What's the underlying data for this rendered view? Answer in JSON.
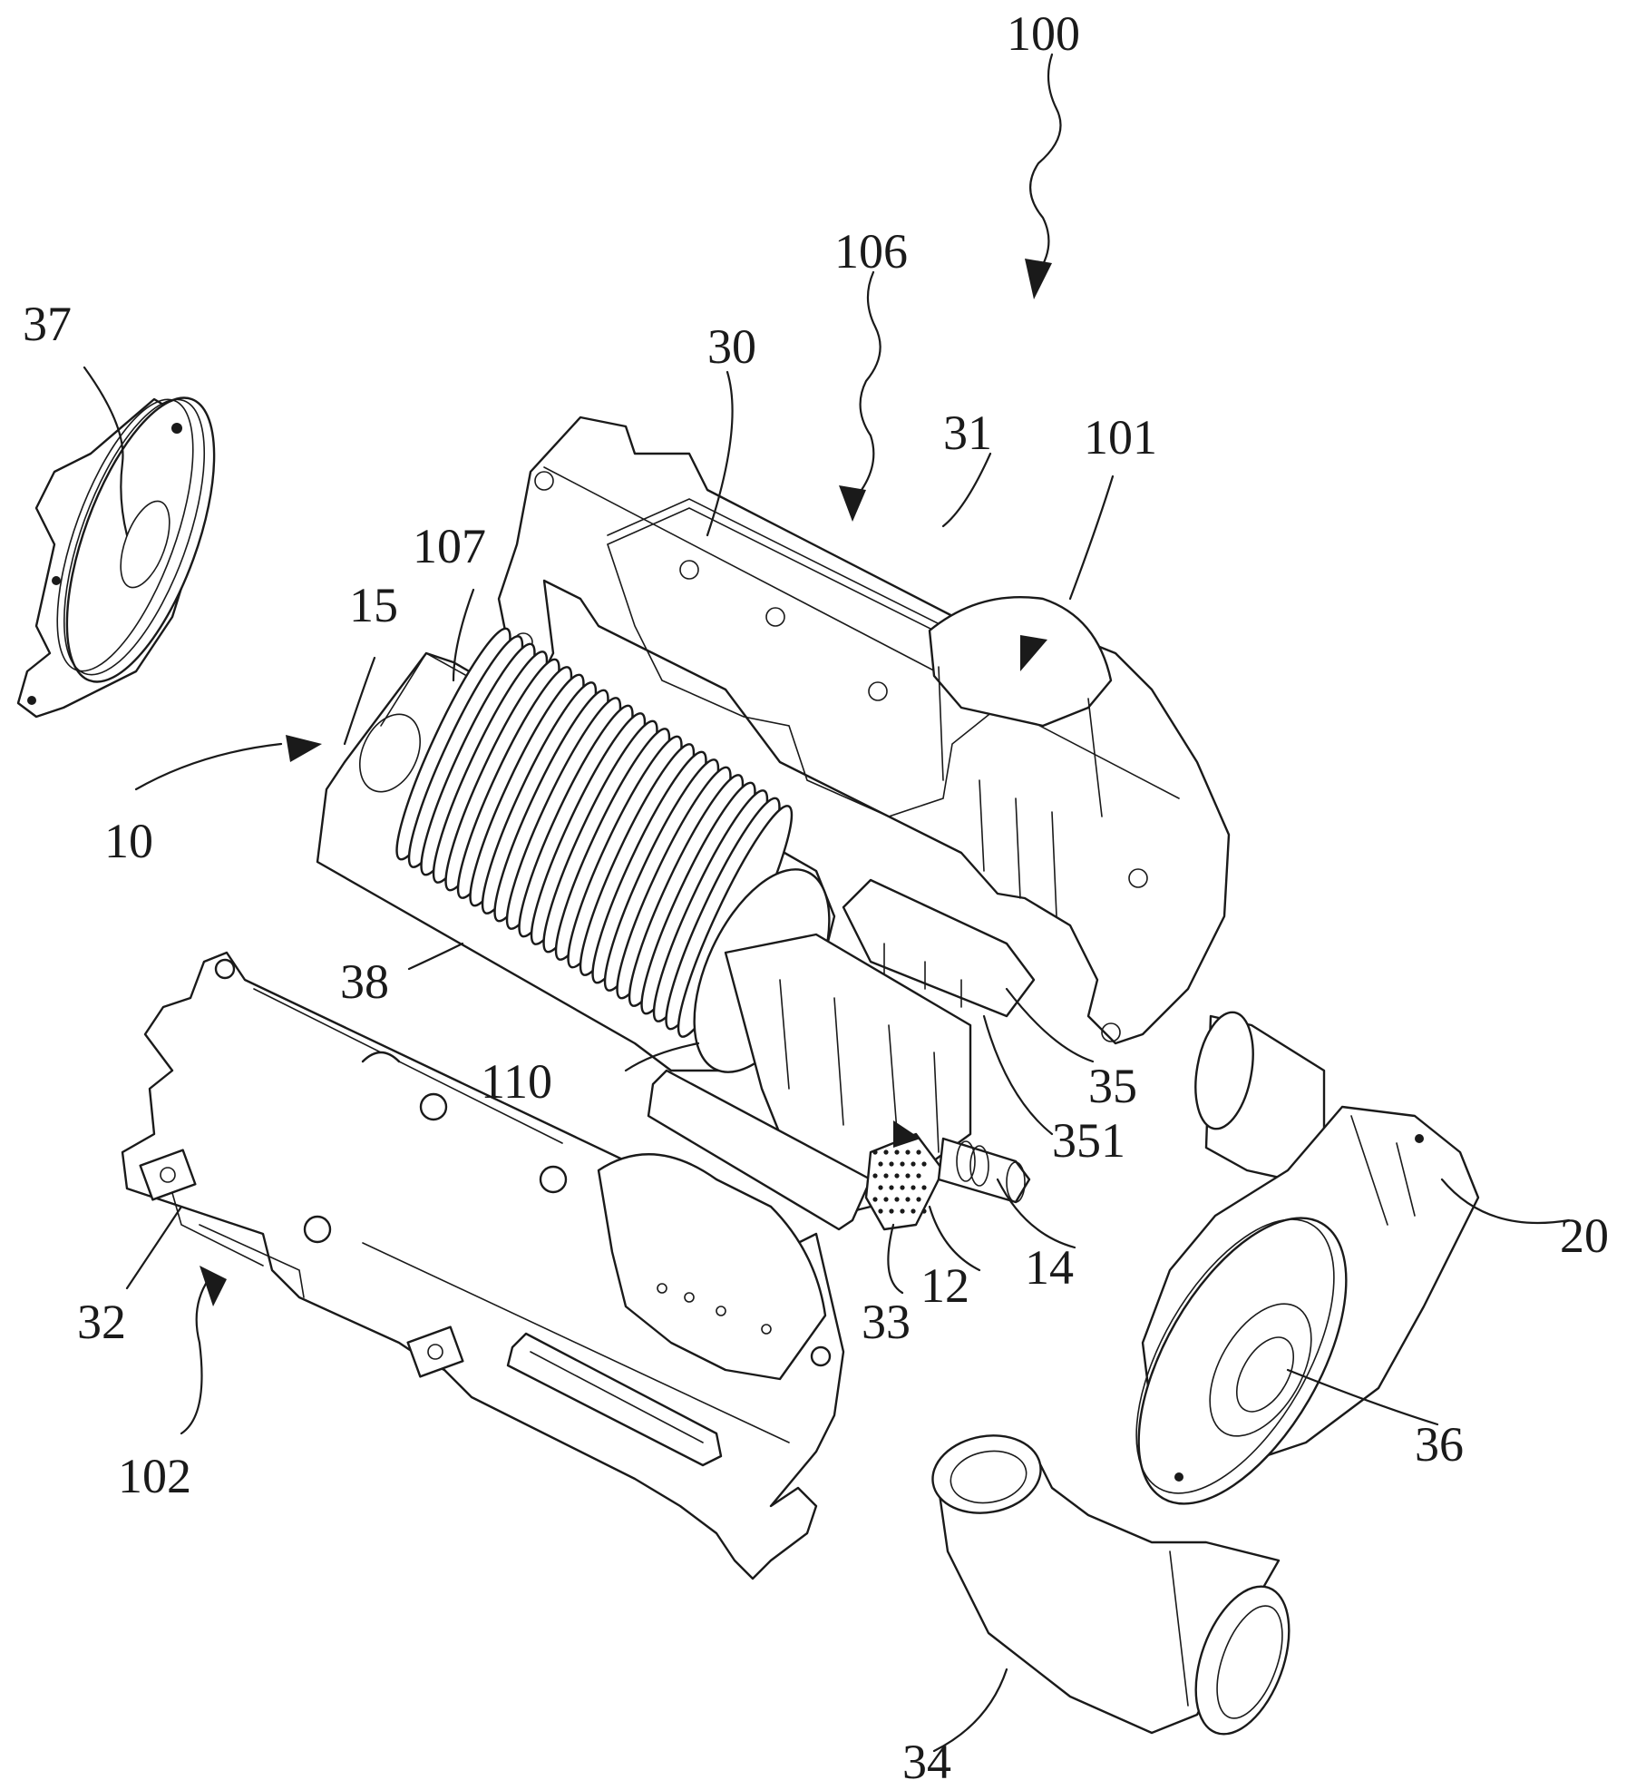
{
  "figure": {
    "labels": [
      {
        "id": "100",
        "text": "100"
      },
      {
        "id": "106",
        "text": "106"
      },
      {
        "id": "30",
        "text": "30"
      },
      {
        "id": "31",
        "text": "31"
      },
      {
        "id": "101",
        "text": "101"
      },
      {
        "id": "37",
        "text": "37"
      },
      {
        "id": "107",
        "text": "107"
      },
      {
        "id": "15",
        "text": "15"
      },
      {
        "id": "10",
        "text": "10"
      },
      {
        "id": "38",
        "text": "38"
      },
      {
        "id": "110",
        "text": "110"
      },
      {
        "id": "35",
        "text": "35"
      },
      {
        "id": "351",
        "text": "351"
      },
      {
        "id": "20",
        "text": "20"
      },
      {
        "id": "14",
        "text": "14"
      },
      {
        "id": "12",
        "text": "12"
      },
      {
        "id": "33",
        "text": "33"
      },
      {
        "id": "32",
        "text": "32"
      },
      {
        "id": "102",
        "text": "102"
      },
      {
        "id": "36",
        "text": "36"
      },
      {
        "id": "34",
        "text": "34"
      }
    ],
    "colors": {
      "ink": "#1a1a1a",
      "paper": "#ffffff"
    }
  }
}
